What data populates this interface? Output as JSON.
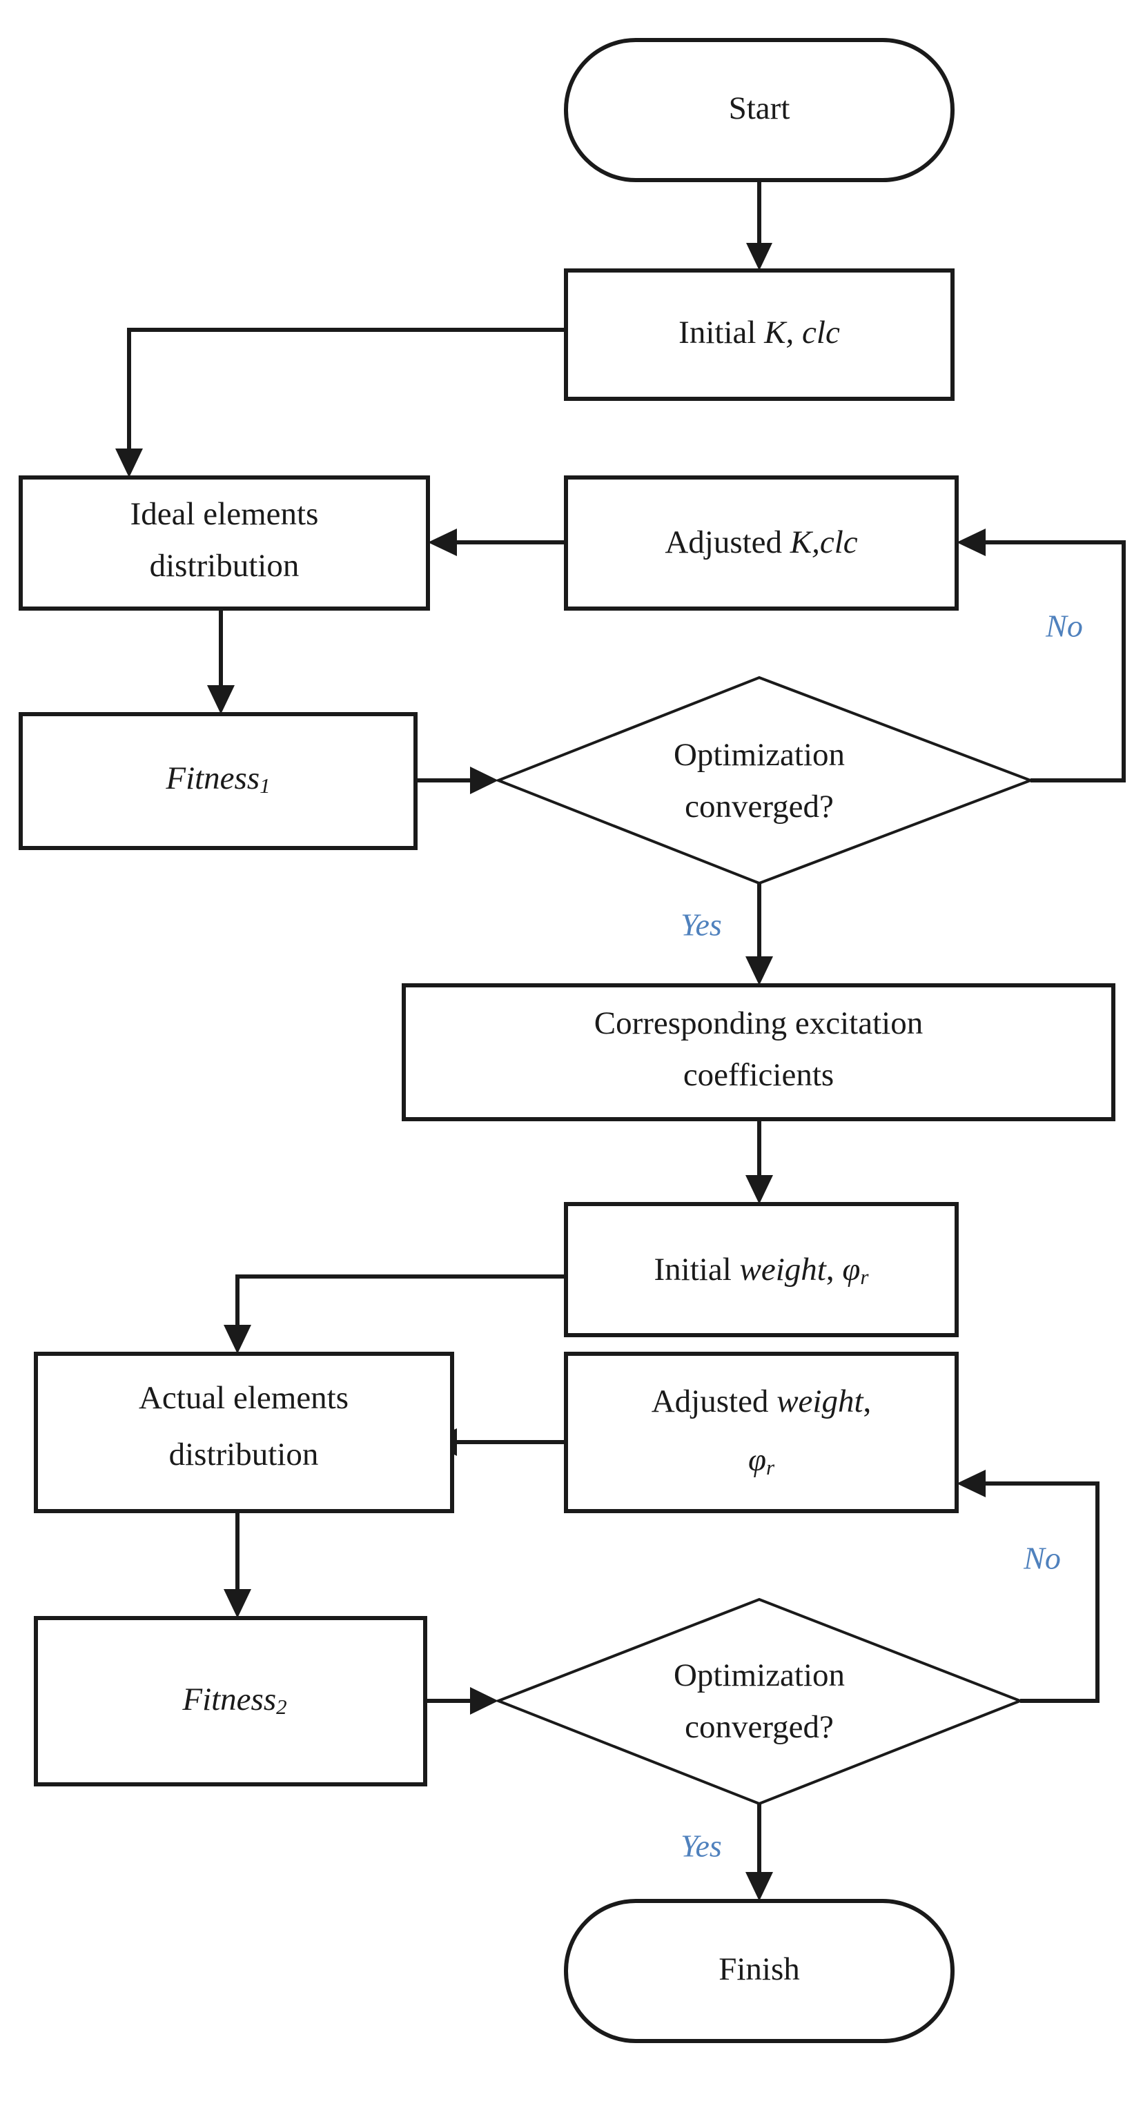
{
  "diagram": {
    "type": "flowchart",
    "title": "Two-stage optimization flowchart",
    "colors": {
      "stroke": "#1a1a1a",
      "fill": "#ffffff",
      "edge_label": "#4f81bd"
    },
    "nodes": [
      {
        "id": "start",
        "shape": "terminator",
        "label": "Start",
        "label_parts": [
          {
            "text": "Start",
            "style": "roman"
          }
        ]
      },
      {
        "id": "initial-k-clc",
        "shape": "process",
        "label": "Initial K, clc",
        "label_parts": [
          {
            "text": "Initial ",
            "style": "roman"
          },
          {
            "text": "K, clc",
            "style": "italic"
          }
        ]
      },
      {
        "id": "ideal-elements-distribution",
        "shape": "process",
        "label": "Ideal elements distribution",
        "line1": "Ideal elements",
        "line2": "distribution"
      },
      {
        "id": "adjusted-k-clc",
        "shape": "process",
        "label": "Adjusted K,clc",
        "label_parts": [
          {
            "text": "Adjusted ",
            "style": "roman"
          },
          {
            "text": "K,clc",
            "style": "italic"
          }
        ]
      },
      {
        "id": "fitness-1",
        "shape": "process",
        "label": "Fitness1",
        "label_base": "Fitness",
        "label_subscript": "1"
      },
      {
        "id": "optimization-converged-1",
        "shape": "decision",
        "label": "Optimization converged?",
        "line1": "Optimization",
        "line2": "converged?"
      },
      {
        "id": "corresponding-excitation-coefficients",
        "shape": "process",
        "label": "Corresponding excitation coefficients",
        "line1": "Corresponding excitation",
        "line2": "coefficients"
      },
      {
        "id": "initial-weight-phi",
        "shape": "process",
        "label": "Initial weight, φr",
        "label_parts": [
          {
            "text": "Initial ",
            "style": "roman"
          },
          {
            "text": "weight",
            "style": "italic"
          },
          {
            "text": ", ",
            "style": "roman"
          },
          {
            "text": "φ",
            "style": "italic"
          },
          {
            "text": "r",
            "style": "subscript"
          }
        ]
      },
      {
        "id": "actual-elements-distribution",
        "shape": "process",
        "label": "Actual elements distribution",
        "line1": "Actual elements",
        "line2": "distribution"
      },
      {
        "id": "adjusted-weight-phi",
        "shape": "process",
        "label": "Adjusted weight, φr",
        "line1_parts": [
          {
            "text": "Adjusted ",
            "style": "roman"
          },
          {
            "text": "weight",
            "style": "italic"
          },
          {
            "text": ",",
            "style": "roman"
          }
        ],
        "line2_parts": [
          {
            "text": "φ",
            "style": "italic"
          },
          {
            "text": "r",
            "style": "subscript"
          }
        ]
      },
      {
        "id": "fitness-2",
        "shape": "process",
        "label": "Fitness2",
        "label_base": "Fitness",
        "label_subscript": "2"
      },
      {
        "id": "optimization-converged-2",
        "shape": "decision",
        "label": "Optimization converged?",
        "line1": "Optimization",
        "line2": "converged?"
      },
      {
        "id": "finish",
        "shape": "terminator",
        "label": "Finish",
        "label_parts": [
          {
            "text": "Finish",
            "style": "roman"
          }
        ]
      }
    ],
    "edge_labels": {
      "no_upper": "No",
      "yes_upper": "Yes",
      "no_lower": "No",
      "yes_lower": "Yes"
    },
    "edges": [
      {
        "from": "start",
        "to": "initial-k-clc",
        "label": ""
      },
      {
        "from": "initial-k-clc",
        "to": "ideal-elements-distribution",
        "label": ""
      },
      {
        "from": "ideal-elements-distribution",
        "to": "fitness-1",
        "label": ""
      },
      {
        "from": "fitness-1",
        "to": "optimization-converged-1",
        "label": ""
      },
      {
        "from": "optimization-converged-1",
        "to": "adjusted-k-clc",
        "label": "No"
      },
      {
        "from": "adjusted-k-clc",
        "to": "ideal-elements-distribution",
        "label": ""
      },
      {
        "from": "optimization-converged-1",
        "to": "corresponding-excitation-coefficients",
        "label": "Yes"
      },
      {
        "from": "corresponding-excitation-coefficients",
        "to": "initial-weight-phi",
        "label": ""
      },
      {
        "from": "initial-weight-phi",
        "to": "actual-elements-distribution",
        "label": ""
      },
      {
        "from": "actual-elements-distribution",
        "to": "fitness-2",
        "label": ""
      },
      {
        "from": "fitness-2",
        "to": "optimization-converged-2",
        "label": ""
      },
      {
        "from": "optimization-converged-2",
        "to": "adjusted-weight-phi",
        "label": "No"
      },
      {
        "from": "adjusted-weight-phi",
        "to": "actual-elements-distribution",
        "label": ""
      },
      {
        "from": "optimization-converged-2",
        "to": "finish",
        "label": "Yes"
      }
    ]
  }
}
